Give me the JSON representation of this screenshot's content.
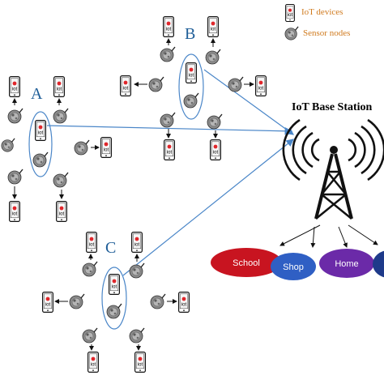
{
  "legend": {
    "iot_label": "IoT devices",
    "sensor_label": "Sensor nodes"
  },
  "base_station": {
    "title": "IoT Base Station"
  },
  "phone_text": "iot",
  "clusters": [
    {
      "id": "A",
      "label": "A"
    },
    {
      "id": "B",
      "label": "B"
    },
    {
      "id": "C",
      "label": "C"
    }
  ],
  "destinations": [
    {
      "id": "school",
      "label": "School",
      "color": "#c81420"
    },
    {
      "id": "shop",
      "label": "Shop",
      "color": "#2f5fc4"
    },
    {
      "id": "home",
      "label": "Home",
      "color": "#6b2aa8"
    },
    {
      "id": "extra",
      "label": "",
      "color": "#1e3a8a"
    }
  ],
  "colors": {
    "link_arrow": "#4a86c8",
    "cluster_outline": "#4a86c8",
    "phone_dot": "#e0262b",
    "tower": "#111111"
  }
}
